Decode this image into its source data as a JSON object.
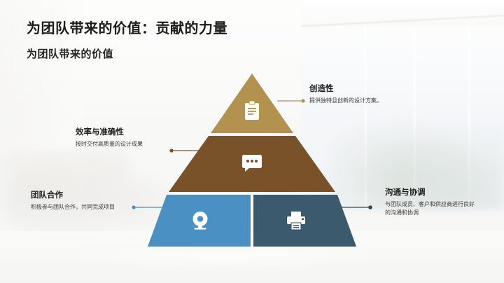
{
  "slide": {
    "title_main": "为团队带来的价值：贡献的力量",
    "title_sub": "为团队带来的价值"
  },
  "pyramid": {
    "tiers": [
      {
        "id": "creativity",
        "label": "创造性",
        "description": "提供独特且创新的设计方案。",
        "icon": "clipboard-icon",
        "color": "#b3914f",
        "connector_color": "#b3914f",
        "side": "right"
      },
      {
        "id": "efficiency",
        "label": "效率与准确性",
        "description": "按时交付高质量的设计成果",
        "icon": "chat-bubble-icon",
        "color": "#79522a",
        "connector_color": "#79522a",
        "side": "left"
      },
      {
        "id": "teamwork",
        "label": "团队合作",
        "description": "积极参与团队合作，共同完成项目",
        "icon": "camera-icon",
        "color": "#4a90c2",
        "connector_color": "#4a90c2",
        "side": "left"
      },
      {
        "id": "communication",
        "label": "沟通与协调",
        "description": "与团队成员、客户和供应商进行良好的沟通和协调",
        "icon": "printer-icon",
        "color": "#3b5a6e",
        "connector_color": "#2c4a5c",
        "side": "right"
      }
    ]
  },
  "theme": {
    "background": "#f2f2f0",
    "text_primary": "#1d1d1b",
    "text_secondary": "#3a3a38"
  }
}
